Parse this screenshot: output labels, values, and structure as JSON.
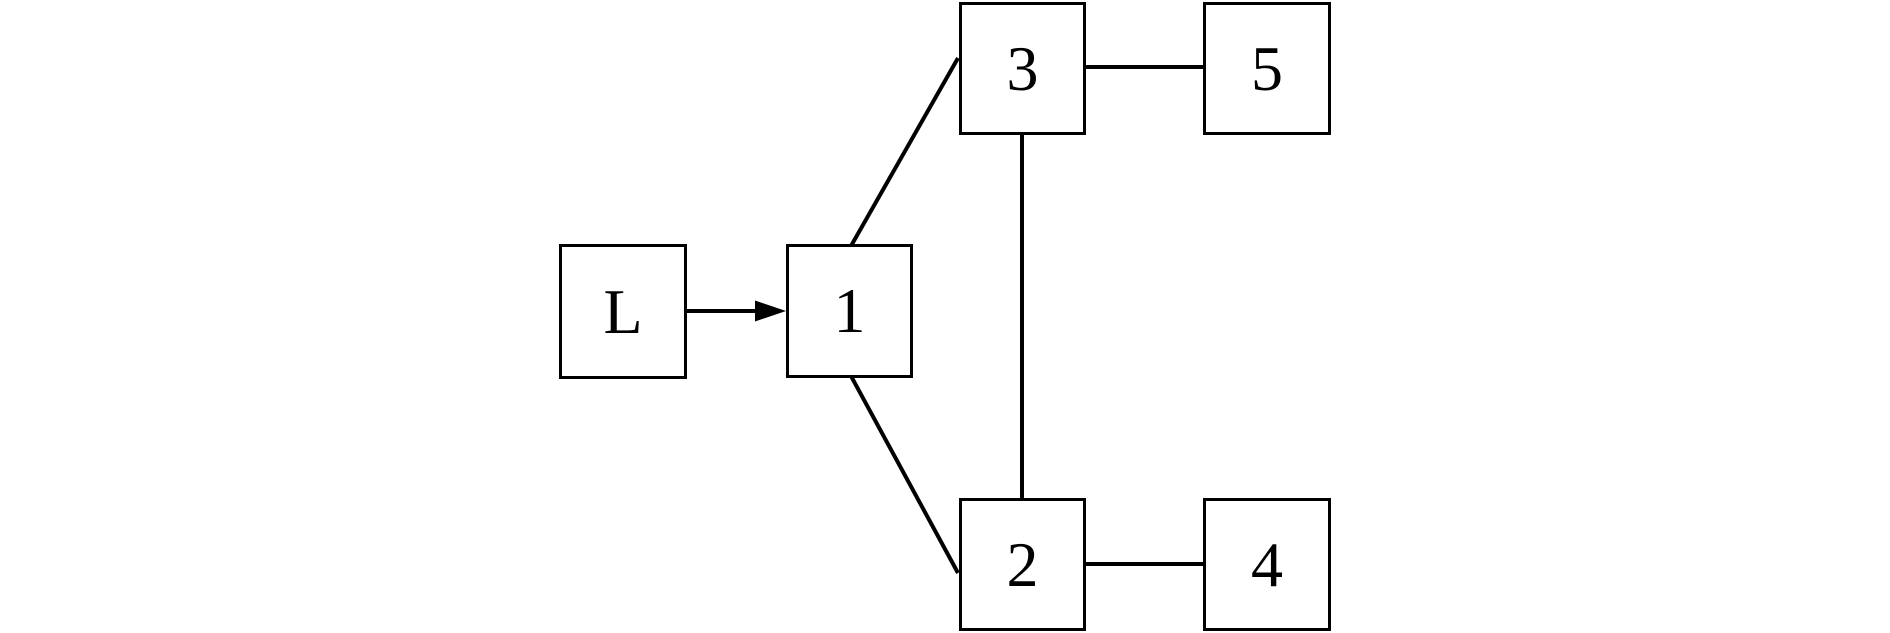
{
  "diagram": {
    "background_color": "#ffffff",
    "line_color": "#000000",
    "nodes": [
      {
        "id": "L",
        "label": "L"
      },
      {
        "id": "1",
        "label": "1"
      },
      {
        "id": "2",
        "label": "2"
      },
      {
        "id": "3",
        "label": "3"
      },
      {
        "id": "4",
        "label": "4"
      },
      {
        "id": "5",
        "label": "5"
      }
    ],
    "edges": [
      {
        "from": "L",
        "to": "1",
        "directed": true
      },
      {
        "from": "1",
        "to": "3",
        "directed": false
      },
      {
        "from": "1",
        "to": "2",
        "directed": false
      },
      {
        "from": "3",
        "to": "2",
        "directed": false
      },
      {
        "from": "3",
        "to": "5",
        "directed": false
      },
      {
        "from": "2",
        "to": "4",
        "directed": false
      }
    ]
  }
}
